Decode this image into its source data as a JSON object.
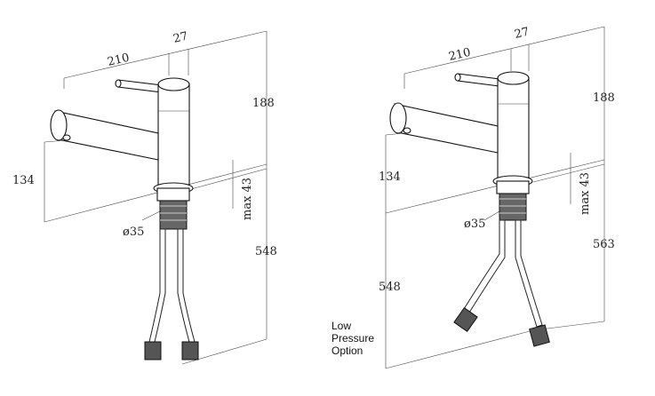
{
  "left_drawing": {
    "dim_spout_length": "210",
    "dim_body_diameter": "27",
    "dim_body_height": "188",
    "dim_spout_height": "134",
    "dim_max_bench": "max 43",
    "dim_hole": "ø35",
    "dim_hose_length": "548"
  },
  "right_drawing": {
    "dim_spout_length": "210",
    "dim_body_diameter": "27",
    "dim_body_height": "188",
    "dim_spout_height": "134",
    "dim_max_bench": "max 43",
    "dim_hole": "ø35",
    "dim_hose_length": "548",
    "dim_hose_length_alt": "563",
    "option_line1": "Low",
    "option_line2": "Pressure",
    "option_line3": "Option"
  }
}
